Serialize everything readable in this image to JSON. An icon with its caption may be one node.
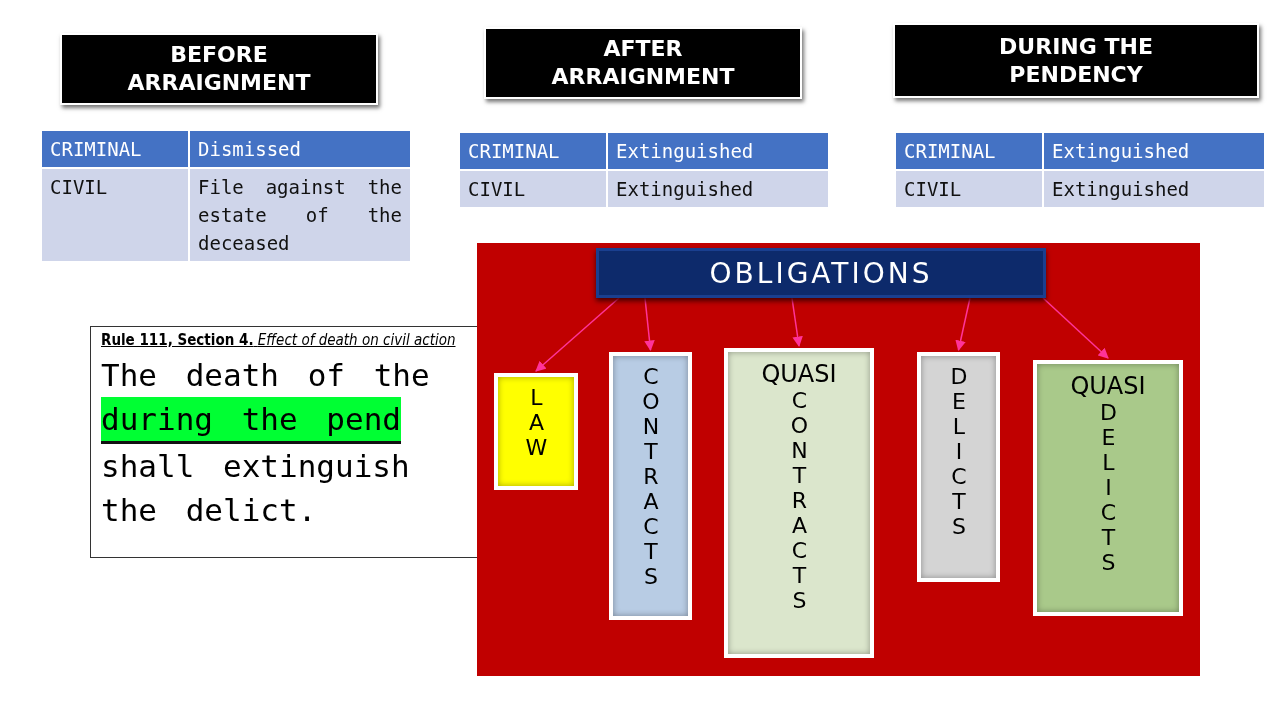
{
  "diagram": {
    "nodes": [
      {
        "text": [
          "BEFORE ARRAIGNMENT"
        ]
      },
      {
        "text": [
          "AFTER ARRAIGNMENT"
        ]
      },
      {
        "text": [
          "DURING THE PENDENCY"
        ]
      },
      {
        "text": [
          "OBLIGATIONS"
        ]
      },
      {
        "text": [
          "**Rule 111, Section 4.** *Effect of death on civil action*",
          "The death of the",
          "during the pend",
          "shall extinguish",
          "the delict."
        ]
      },
      {
        "text": [
          "LAW"
        ]
      },
      {
        "text": [
          "CONTRACTS"
        ]
      },
      {
        "text": [
          "QUASI",
          "CONTRACTS"
        ]
      },
      {
        "text": [
          "DELICTS"
        ]
      },
      {
        "text": [
          "QUASI",
          "DELICTS"
        ]
      }
    ],
    "edges": [
      {
        "from": 3,
        "to": 5,
        "arrow": "to"
      },
      {
        "from": 3,
        "to": 6,
        "arrow": "to"
      },
      {
        "from": 3,
        "to": 7,
        "arrow": "to"
      },
      {
        "from": 3,
        "to": 8,
        "arrow": "to"
      },
      {
        "from": 3,
        "to": 9,
        "arrow": "to"
      }
    ],
    "labels": [
      "CRIMINAL",
      "Dismissed",
      "CIVIL",
      "File against the estate of the deceased",
      "CRIMINAL",
      "Extinguished",
      "CIVIL",
      "Extinguished",
      "CRIMINAL",
      "Extinguished",
      "CIVIL",
      "Extinguished"
    ]
  }
}
